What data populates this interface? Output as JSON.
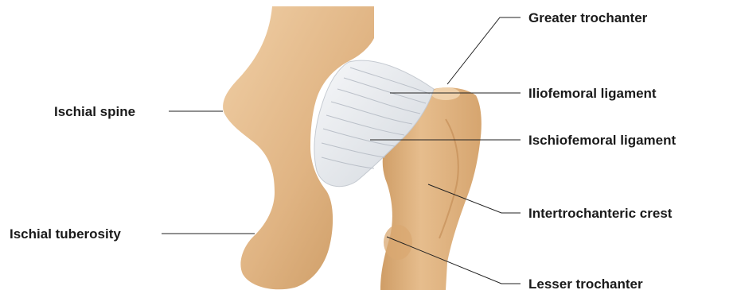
{
  "labels": {
    "greater_trochanter": "Greater trochanter",
    "iliofemoral_ligament": "Iliofemoral ligament",
    "ischial_spine": "Ischial spine",
    "ischiofemoral_ligament": "Ischiofemoral ligament",
    "ischial_tuberosity": "Ischial tuberosity",
    "intertrochanteric_crest": "Intertrochanteric crest",
    "lesser_trochanter": "Lesser trochanter"
  },
  "colors": {
    "bone": "#e2b98a",
    "bone_shadow": "#c99a66",
    "bone_highlight": "#f1d3ad",
    "ligament": "#e9ecf0",
    "ligament_line": "#b9bfc8",
    "text": "#1a1a1a"
  }
}
